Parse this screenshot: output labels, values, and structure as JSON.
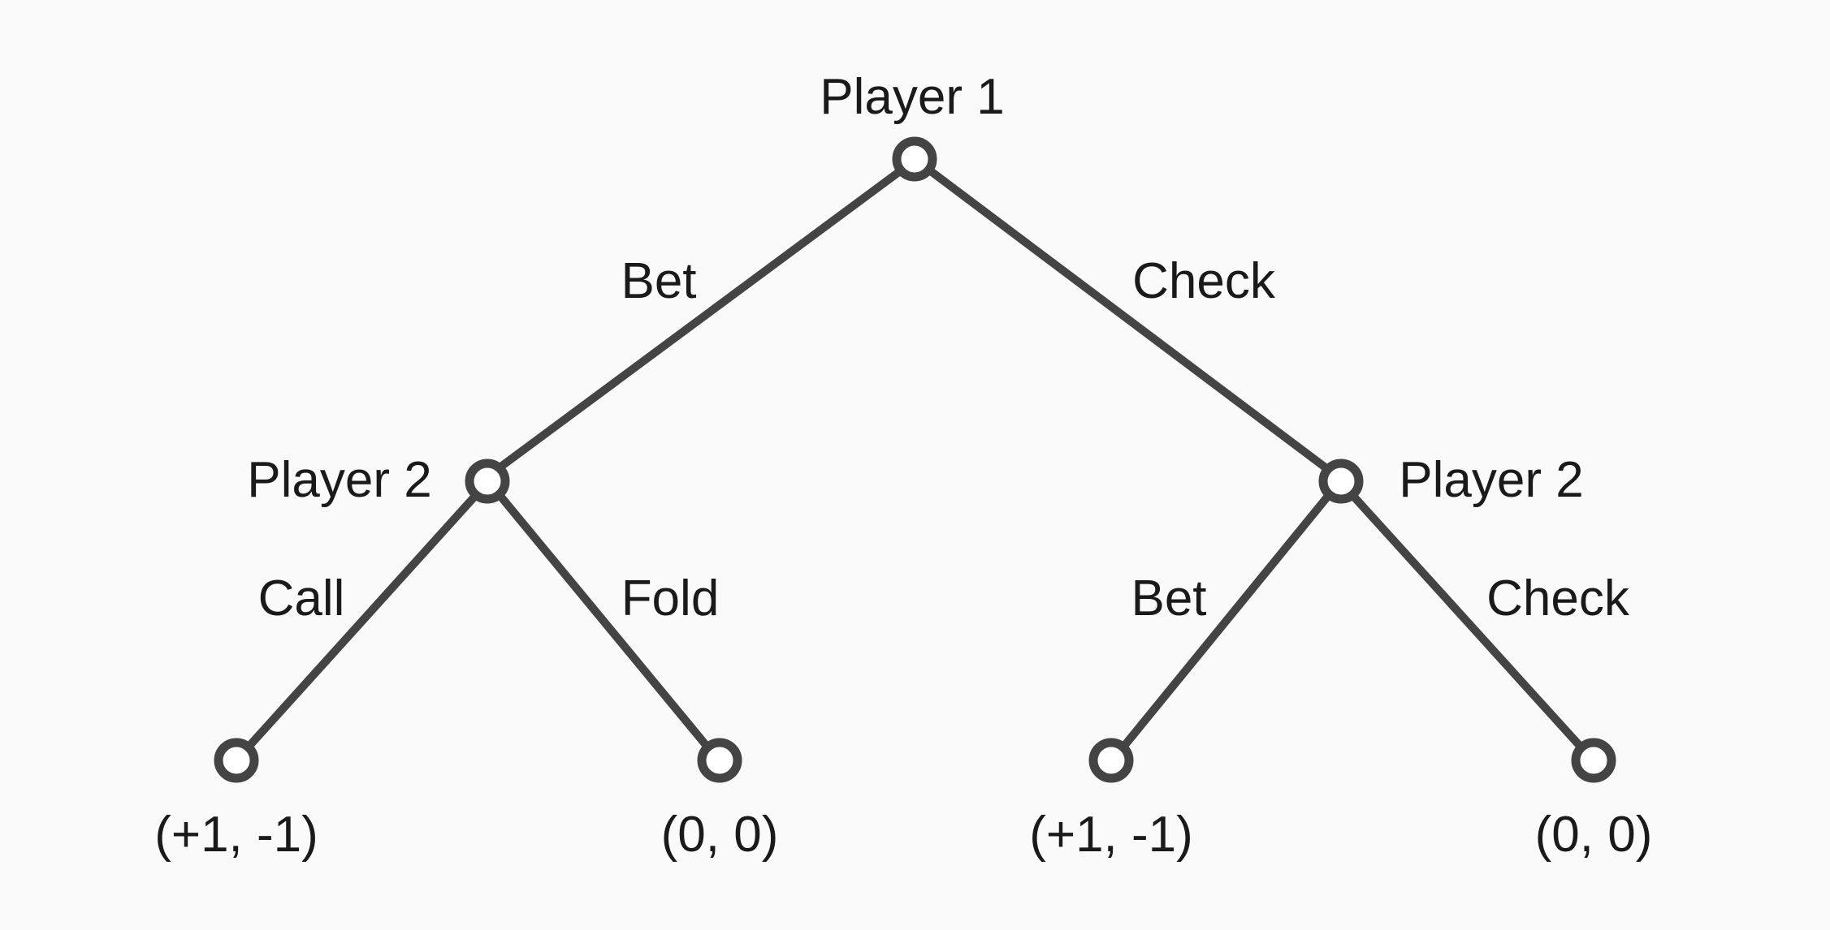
{
  "root": {
    "label": "Player 1",
    "left_edge": "Bet",
    "right_edge": "Check"
  },
  "left_node": {
    "label": "Player 2",
    "left_edge": "Call",
    "right_edge": "Fold"
  },
  "right_node": {
    "label": "Player 2",
    "left_edge": "Bet",
    "right_edge": "Check"
  },
  "payoffs": {
    "left_left": "(+1, -1)",
    "left_right": "(0, 0)",
    "right_left": "(+1, -1)",
    "right_right": "(0, 0)"
  }
}
